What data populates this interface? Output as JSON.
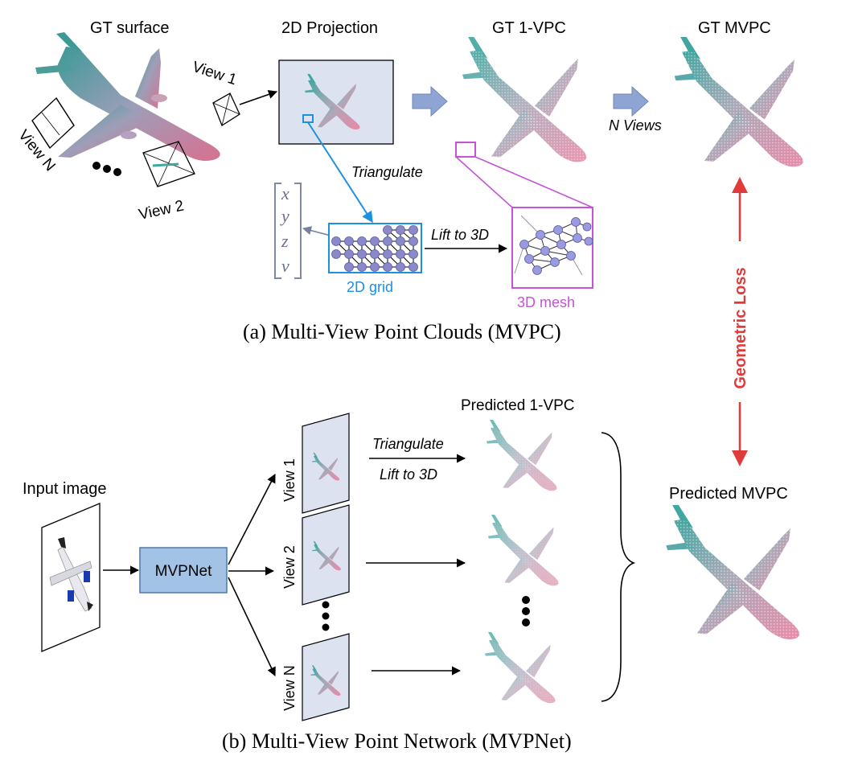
{
  "colors": {
    "arrow": "#8ea4d2",
    "arrow_edge": "#6f86b8",
    "grid_box": "#1e90e0",
    "grid_point": "#8a8ac8",
    "mesh_box": "#c453d6",
    "loss": "#e03b3b",
    "net_fill": "#a3c3e6",
    "net_edge": "#4f78a8",
    "vector": "#8088a8"
  },
  "section_a": {
    "caption": "(a) Multi-View Point Clouds (MVPC)",
    "gt_surface_label": "GT surface",
    "projection_label": "2D Projection",
    "gt_1vpc_label": "GT 1-VPC",
    "gt_mvpc_label": "GT MVPC",
    "view1_label": "View 1",
    "view2_label": "View 2",
    "viewN_label": "View N",
    "n_views_label": "N Views",
    "triangulate_label": "Triangulate",
    "lift_label": "Lift to 3D",
    "grid_label": "2D grid",
    "mesh_label": "3D mesh",
    "vector": [
      "x",
      "y",
      "z",
      "v"
    ]
  },
  "loss_label": "Geometric Loss",
  "section_b": {
    "caption": "(b) Multi-View Point Network (MVPNet)",
    "input_label": "Input image",
    "net_label": "MVPNet",
    "predicted_1vpc_label": "Predicted 1-VPC",
    "predicted_mvpc_label": "Predicted MVPC",
    "triangulate_label": "Triangulate",
    "lift_label": "Lift to 3D",
    "view_labels": [
      "View 1",
      "View 2",
      "View N"
    ]
  }
}
